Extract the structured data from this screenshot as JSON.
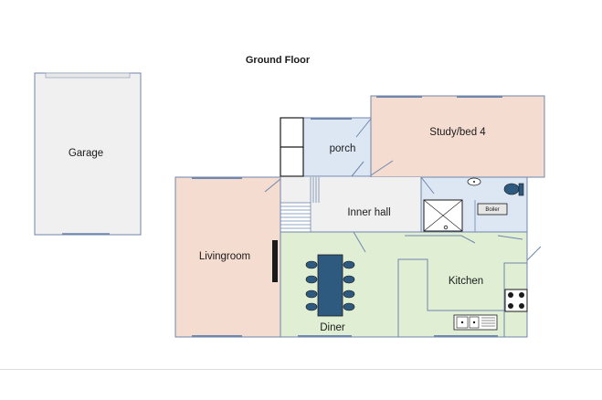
{
  "title": "Ground Floor",
  "rooms": {
    "garage": "Garage",
    "porch": "porch",
    "study": "Study/bed 4",
    "inner_hall": "Inner hall",
    "livingroom": "Livingroom",
    "kitchen": "Kitchen",
    "diner": "Diner",
    "boiler": "Boiler"
  },
  "colors": {
    "garage": "#f0f0f0",
    "porch": "#dde6f3",
    "study": "#f5dcd1",
    "inner_hall": "#f0f0f0",
    "livingroom": "#f5dcd1",
    "diner_kitchen": "#e0efd4",
    "bathroom": "#dde6f3",
    "wall": "#6f86ad",
    "table": "#2f5a80"
  }
}
